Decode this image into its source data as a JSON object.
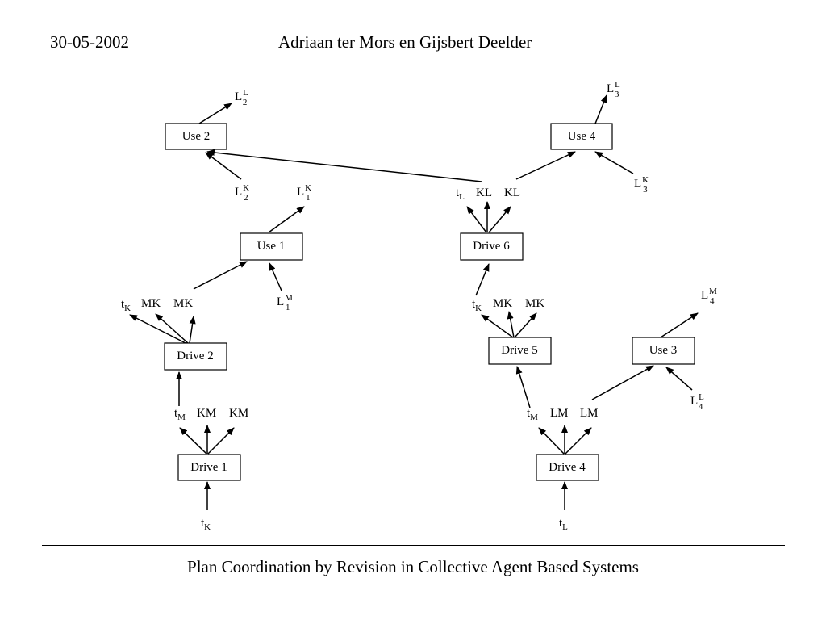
{
  "header": {
    "date": "30-05-2002",
    "authors": "Adriaan ter Mors en Gijsbert Deelder"
  },
  "footer": {
    "title": "Plan Coordination by Revision in Collective Agent Based Systems"
  },
  "boxes": [
    {
      "id": "use2",
      "label": "Use 2"
    },
    {
      "id": "use4",
      "label": "Use 4"
    },
    {
      "id": "use1",
      "label": "Use 1"
    },
    {
      "id": "drive6",
      "label": "Drive 6"
    },
    {
      "id": "drive2",
      "label": "Drive 2"
    },
    {
      "id": "drive5",
      "label": "Drive 5"
    },
    {
      "id": "use3",
      "label": "Use 3"
    },
    {
      "id": "drive1",
      "label": "Drive 1"
    },
    {
      "id": "drive4",
      "label": "Drive 4"
    }
  ],
  "labels": [
    {
      "id": "L2L",
      "main": "L",
      "sub": "2",
      "sup": "L"
    },
    {
      "id": "L3L",
      "main": "L",
      "sub": "3",
      "sup": "L"
    },
    {
      "id": "L2K",
      "main": "L",
      "sub": "2",
      "sup": "K"
    },
    {
      "id": "L1K",
      "main": "L",
      "sub": "1",
      "sup": "K"
    },
    {
      "id": "d6_tL",
      "main": "t",
      "sub": "L"
    },
    {
      "id": "d6_KL1",
      "main": "KL"
    },
    {
      "id": "d6_KL2",
      "main": "KL"
    },
    {
      "id": "L3K",
      "main": "L",
      "sub": "3",
      "sup": "K"
    },
    {
      "id": "d2_tK",
      "main": "t",
      "sub": "K"
    },
    {
      "id": "d2_MK1",
      "main": "MK"
    },
    {
      "id": "d2_MK2",
      "main": "MK"
    },
    {
      "id": "L1M",
      "main": "L",
      "sub": "1",
      "sup": "M"
    },
    {
      "id": "d5_tK",
      "main": "t",
      "sub": "K"
    },
    {
      "id": "d5_MK1",
      "main": "MK"
    },
    {
      "id": "d5_MK2",
      "main": "MK"
    },
    {
      "id": "L4M",
      "main": "L",
      "sub": "4",
      "sup": "M"
    },
    {
      "id": "d1_tM",
      "main": "t",
      "sub": "M"
    },
    {
      "id": "d1_KM1",
      "main": "KM"
    },
    {
      "id": "d1_KM2",
      "main": "KM"
    },
    {
      "id": "d4_tM",
      "main": "t",
      "sub": "M"
    },
    {
      "id": "d4_LM1",
      "main": "LM"
    },
    {
      "id": "d4_LM2",
      "main": "LM"
    },
    {
      "id": "L4L",
      "main": "L",
      "sub": "4",
      "sup": "L"
    },
    {
      "id": "in_tK",
      "main": "t",
      "sub": "K"
    },
    {
      "id": "in_tL",
      "main": "t",
      "sub": "L"
    }
  ]
}
